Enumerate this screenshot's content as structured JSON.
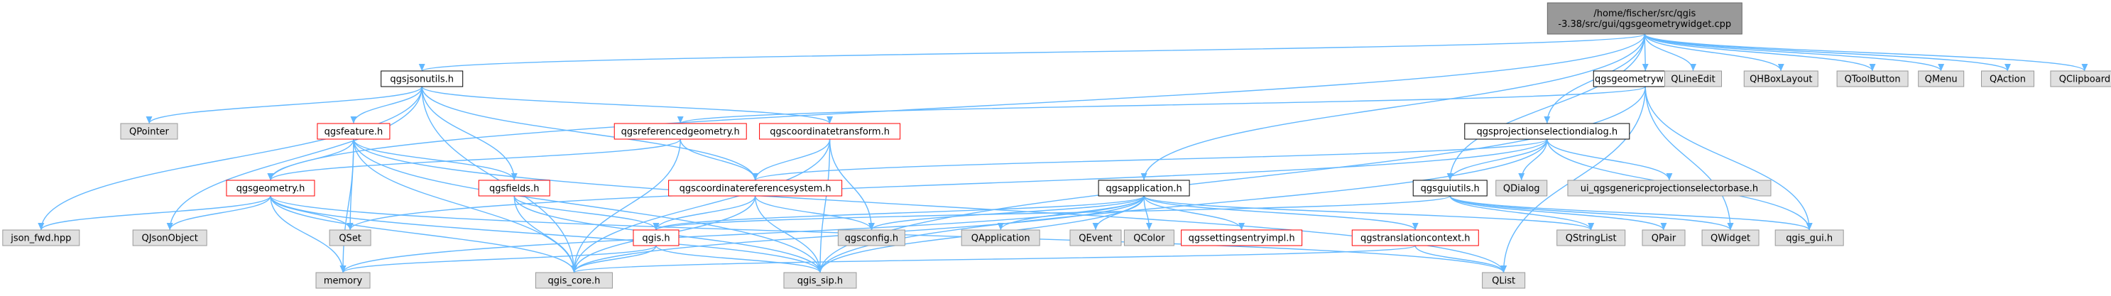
{
  "diagram": {
    "kind": "doxygen include dependency graph",
    "colors": {
      "edge": "#63b8ff",
      "root_fill": "#999999",
      "root_border": "#666666",
      "documented_fill": "#ffffff",
      "documented_border": "#000000",
      "red_border": "#ff0000",
      "external_fill": "#e0e0e0",
      "external_border": "#999999",
      "text": "#000000"
    },
    "nodes": [
      {
        "id": "root",
        "lines": [
          "/home/fischer/src/qgis",
          "-3.38/src/gui/qgsgeometrywidget.cpp"
        ],
        "style": "root"
      },
      {
        "id": "qgsjsonutils",
        "lines": [
          "qgsjsonutils.h"
        ],
        "style": "documented"
      },
      {
        "id": "qgsgeometrywidget",
        "lines": [
          "qgsgeometrywidget.h"
        ],
        "style": "documented"
      },
      {
        "id": "QLineEdit",
        "lines": [
          "QLineEdit"
        ],
        "style": "external"
      },
      {
        "id": "QHBoxLayout",
        "lines": [
          "QHBoxLayout"
        ],
        "style": "external"
      },
      {
        "id": "QToolButton",
        "lines": [
          "QToolButton"
        ],
        "style": "external"
      },
      {
        "id": "QMenu",
        "lines": [
          "QMenu"
        ],
        "style": "external"
      },
      {
        "id": "QAction",
        "lines": [
          "QAction"
        ],
        "style": "external"
      },
      {
        "id": "QClipboard",
        "lines": [
          "QClipboard"
        ],
        "style": "external"
      },
      {
        "id": "QPointer",
        "lines": [
          "QPointer"
        ],
        "style": "external"
      },
      {
        "id": "qgsfeature",
        "lines": [
          "qgsfeature.h"
        ],
        "style": "red"
      },
      {
        "id": "qgsreferencedgeometry",
        "lines": [
          "qgsreferencedgeometry.h"
        ],
        "style": "red"
      },
      {
        "id": "qgscoordinatetransform",
        "lines": [
          "qgscoordinatetransform.h"
        ],
        "style": "red"
      },
      {
        "id": "qgsprojectionselectiondialog",
        "lines": [
          "qgsprojectionselectiondialog.h"
        ],
        "style": "documented"
      },
      {
        "id": "qgsgeometry",
        "lines": [
          "qgsgeometry.h"
        ],
        "style": "red"
      },
      {
        "id": "qgsfields",
        "lines": [
          "qgsfields.h"
        ],
        "style": "red"
      },
      {
        "id": "qgscoordinatereferencesystem",
        "lines": [
          "qgscoordinatereferencesystem.h"
        ],
        "style": "red"
      },
      {
        "id": "qgsapplication",
        "lines": [
          "qgsapplication.h"
        ],
        "style": "documented"
      },
      {
        "id": "QDialog",
        "lines": [
          "QDialog"
        ],
        "style": "external"
      },
      {
        "id": "ui_qgsgenericprojectionselectorbase",
        "lines": [
          "ui_qgsgenericprojectionselectorbase.h"
        ],
        "style": "external"
      },
      {
        "id": "qgsguiutils",
        "lines": [
          "qgsguiutils.h"
        ],
        "style": "documented"
      },
      {
        "id": "json_fwd",
        "lines": [
          "json_fwd.hpp"
        ],
        "style": "external"
      },
      {
        "id": "QJsonObject",
        "lines": [
          "QJsonObject"
        ],
        "style": "external"
      },
      {
        "id": "QSet",
        "lines": [
          "QSet"
        ],
        "style": "external"
      },
      {
        "id": "qgis",
        "lines": [
          "qgis.h"
        ],
        "style": "red"
      },
      {
        "id": "qgsconfig",
        "lines": [
          "qgsconfig.h"
        ],
        "style": "external"
      },
      {
        "id": "QApplication",
        "lines": [
          "QApplication"
        ],
        "style": "external"
      },
      {
        "id": "QEvent",
        "lines": [
          "QEvent"
        ],
        "style": "external"
      },
      {
        "id": "QColor",
        "lines": [
          "QColor"
        ],
        "style": "external"
      },
      {
        "id": "qgssettingsentryimpl",
        "lines": [
          "qgssettingsentryimpl.h"
        ],
        "style": "red"
      },
      {
        "id": "qgstranslationcontext",
        "lines": [
          "qgstranslationcontext.h"
        ],
        "style": "red"
      },
      {
        "id": "QStringList",
        "lines": [
          "QStringList"
        ],
        "style": "external"
      },
      {
        "id": "QPair",
        "lines": [
          "QPair"
        ],
        "style": "external"
      },
      {
        "id": "QWidget",
        "lines": [
          "QWidget"
        ],
        "style": "external"
      },
      {
        "id": "qgis_gui",
        "lines": [
          "qgis_gui.h"
        ],
        "style": "external"
      },
      {
        "id": "memory",
        "lines": [
          "memory"
        ],
        "style": "external"
      },
      {
        "id": "qgis_core",
        "lines": [
          "qgis_core.h"
        ],
        "style": "external"
      },
      {
        "id": "qgis_sip",
        "lines": [
          "qgis_sip.h"
        ],
        "style": "external"
      },
      {
        "id": "QList",
        "lines": [
          "QList"
        ],
        "style": "external"
      }
    ],
    "edges": [
      [
        "root",
        "qgsjsonutils"
      ],
      [
        "root",
        "qgsgeometrywidget"
      ],
      [
        "root",
        "QLineEdit"
      ],
      [
        "root",
        "QHBoxLayout"
      ],
      [
        "root",
        "QToolButton"
      ],
      [
        "root",
        "QMenu"
      ],
      [
        "root",
        "QAction"
      ],
      [
        "root",
        "QClipboard"
      ],
      [
        "root",
        "qgsgeometry"
      ],
      [
        "root",
        "qgsapplication"
      ],
      [
        "root",
        "qgsprojectionselectiondialog"
      ],
      [
        "root",
        "qgsguiutils"
      ],
      [
        "qgsjsonutils",
        "QPointer"
      ],
      [
        "qgsjsonutils",
        "qgsfeature"
      ],
      [
        "qgsjsonutils",
        "qgscoordinatetransform"
      ],
      [
        "qgsjsonutils",
        "qgscoordinatereferencesystem"
      ],
      [
        "qgsjsonutils",
        "qgsfields"
      ],
      [
        "qgsjsonutils",
        "json_fwd"
      ],
      [
        "qgsjsonutils",
        "QJsonObject"
      ],
      [
        "qgsjsonutils",
        "qgis_core"
      ],
      [
        "qgsgeometrywidget",
        "qgsreferencedgeometry"
      ],
      [
        "qgsgeometrywidget",
        "QWidget"
      ],
      [
        "qgsgeometrywidget",
        "qgis_gui"
      ],
      [
        "qgsgeometrywidget",
        "QList"
      ],
      [
        "qgsgeometrywidget",
        "qgis_sip"
      ],
      [
        "qgsfeature",
        "qgsgeometry"
      ],
      [
        "qgsfeature",
        "qgsfields"
      ],
      [
        "qgsfeature",
        "QSet"
      ],
      [
        "qgsfeature",
        "memory"
      ],
      [
        "qgsfeature",
        "qgis_core"
      ],
      [
        "qgsfeature",
        "qgis_sip"
      ],
      [
        "qgsfeature",
        "QList"
      ],
      [
        "qgsreferencedgeometry",
        "qgsgeometry"
      ],
      [
        "qgsreferencedgeometry",
        "qgscoordinatereferencesystem"
      ],
      [
        "qgsreferencedgeometry",
        "qgis_core"
      ],
      [
        "qgscoordinatetransform",
        "qgscoordinatereferencesystem"
      ],
      [
        "qgscoordinatetransform",
        "qgsconfig"
      ],
      [
        "qgscoordinatetransform",
        "qgis_core"
      ],
      [
        "qgscoordinatetransform",
        "qgis_sip"
      ],
      [
        "qgsprojectionselectiondialog",
        "qgscoordinatereferencesystem"
      ],
      [
        "qgsprojectionselectiondialog",
        "QDialog"
      ],
      [
        "qgsprojectionselectiondialog",
        "ui_qgsgenericprojectionselectorbase"
      ],
      [
        "qgsprojectionselectiondialog",
        "qgsguiutils"
      ],
      [
        "qgsprojectionselectiondialog",
        "qgis_gui"
      ],
      [
        "qgsprojectionselectiondialog",
        "qgis_sip"
      ],
      [
        "qgsprojectionselectiondialog",
        "QSet"
      ],
      [
        "qgsgeometry",
        "json_fwd"
      ],
      [
        "qgsgeometry",
        "QJsonObject"
      ],
      [
        "qgsgeometry",
        "QSet"
      ],
      [
        "qgsgeometry",
        "memory"
      ],
      [
        "qgsgeometry",
        "qgis_core"
      ],
      [
        "qgsgeometry",
        "qgis_sip"
      ],
      [
        "qgsgeometry",
        "QList"
      ],
      [
        "qgsfields",
        "qgis"
      ],
      [
        "qgsfields",
        "qgis_core"
      ],
      [
        "qgsfields",
        "qgis_sip"
      ],
      [
        "qgscoordinatereferencesystem",
        "qgis"
      ],
      [
        "qgscoordinatereferencesystem",
        "qgsconfig"
      ],
      [
        "qgscoordinatereferencesystem",
        "qgis_core"
      ],
      [
        "qgscoordinatereferencesystem",
        "qgis_sip"
      ],
      [
        "qgsapplication",
        "qgis"
      ],
      [
        "qgsapplication",
        "qgsconfig"
      ],
      [
        "qgsapplication",
        "QApplication"
      ],
      [
        "qgsapplication",
        "QEvent"
      ],
      [
        "qgsapplication",
        "QColor"
      ],
      [
        "qgsapplication",
        "qgssettingsentryimpl"
      ],
      [
        "qgsapplication",
        "qgstranslationcontext"
      ],
      [
        "qgsapplication",
        "QStringList"
      ],
      [
        "qgsapplication",
        "qgis_core"
      ],
      [
        "qgsapplication",
        "qgis_sip"
      ],
      [
        "qgsapplication",
        "memory"
      ],
      [
        "qgsguiutils",
        "qgis"
      ],
      [
        "qgsguiutils",
        "QStringList"
      ],
      [
        "qgsguiutils",
        "QPair"
      ],
      [
        "qgsguiutils",
        "QWidget"
      ],
      [
        "qgsguiutils",
        "qgis_gui"
      ],
      [
        "qgis",
        "memory"
      ],
      [
        "qgis",
        "qgis_core"
      ],
      [
        "qgis",
        "qgis_sip"
      ],
      [
        "qgstranslationcontext",
        "qgis_core"
      ],
      [
        "qgstranslationcontext",
        "QList"
      ]
    ]
  }
}
